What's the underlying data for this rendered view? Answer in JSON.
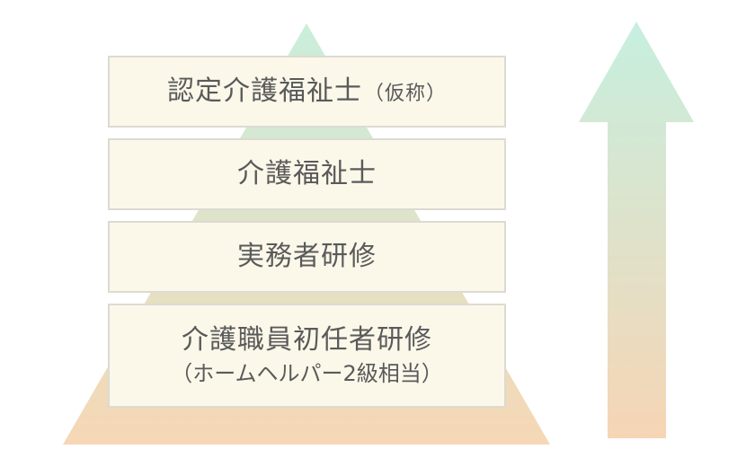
{
  "colors": {
    "pyramid_top": "#c9eedb",
    "pyramid_bottom": "#f6d7b5",
    "arrow_top": "#c6efdf",
    "arrow_bottom": "#f6d5b5",
    "box_fill": "#fbf8ea",
    "box_border": "#dcdad3",
    "text": "#5a5a5a"
  },
  "levels": [
    {
      "label": "認定介護福祉士",
      "suffix": "（仮称）"
    },
    {
      "label": "介護福祉士"
    },
    {
      "label": "実務者研修"
    },
    {
      "label": "介護職員初任者研修",
      "line2": "（ホームヘルパー2級相当）"
    }
  ],
  "icons": {
    "arrow": "up-arrow-icon"
  }
}
